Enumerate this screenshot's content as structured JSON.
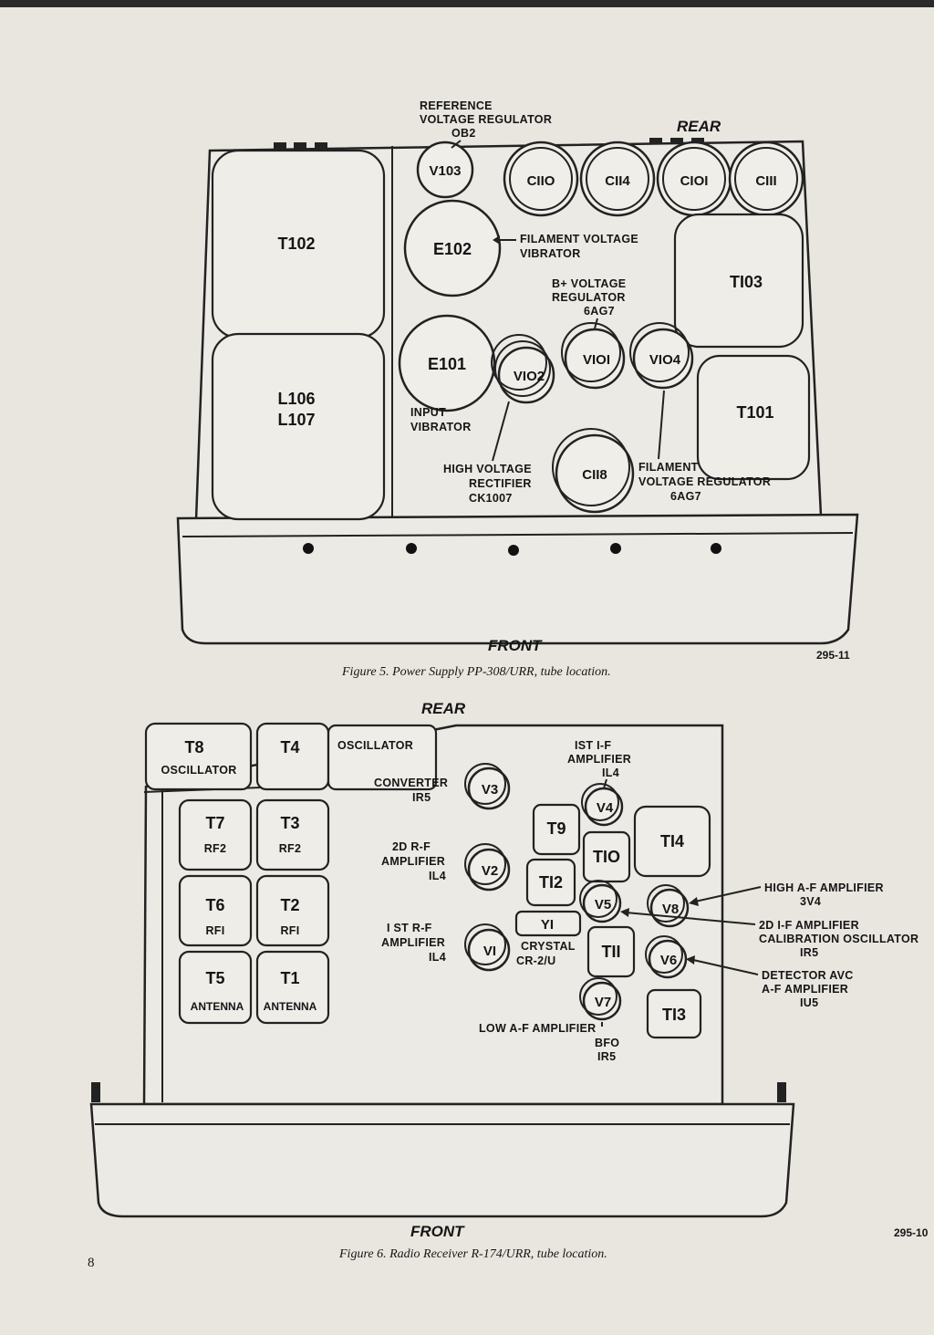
{
  "page_number": "8",
  "figure5": {
    "caption": "Figure 5.   Power Supply PP-308/URR, tube location.",
    "rear": "REAR",
    "front": "FRONT",
    "code": "295-11",
    "labels": {
      "ref_reg_1": "REFERENCE",
      "ref_reg_2": "VOLTAGE REGULATOR",
      "ref_reg_3": "OB2",
      "fil_vib_1": "FILAMENT VOLTAGE",
      "fil_vib_2": "VIBRATOR",
      "bplus_1": "B+ VOLTAGE",
      "bplus_2": "REGULATOR",
      "bplus_3": "6AG7",
      "input_1": "INPUT",
      "input_2": "VIBRATOR",
      "hv_1": "HIGH VOLTAGE",
      "hv_2": "RECTIFIER",
      "hv_3": "CK1007",
      "fvr_1": "FILAMENT",
      "fvr_2": "VOLTAGE REGULATOR",
      "fvr_3": "6AG7"
    },
    "components": {
      "T102": "T102",
      "L106": "L106",
      "L107": "L107",
      "V103": "V103",
      "E102": "E102",
      "E101": "E101",
      "C110": "CIIO",
      "C114": "CII4",
      "C101": "CIOI",
      "C111": "CIII",
      "T103": "TI03",
      "T101": "T101",
      "V102": "VIO2",
      "V101": "VIOI",
      "V104": "VIO4",
      "C118": "CII8"
    }
  },
  "figure6": {
    "caption": "Figure 6.   Radio Receiver R-174/URR, tube location.",
    "rear": "REAR",
    "front": "FRONT",
    "code": "295-10",
    "labels": {
      "osc": "OSCILLATOR",
      "conv_1": "CONVERTER",
      "conv_2": "IR5",
      "rf2_1": "2D R-F",
      "rf2_2": "AMPLIFIER",
      "rf2_3": "IL4",
      "rf1_1": "I ST R-F",
      "rf1_2": "AMPLIFIER",
      "rf1_3": "IL4",
      "if1_1": "IST I-F",
      "if1_2": "AMPLIFIER",
      "if1_3": "IL4",
      "haf_1": "HIGH A-F AMPLIFIER",
      "haf_2": "3V4",
      "if2_1": "2D  I-F AMPLIFIER",
      "if2_2": "CALIBRATION OSCILLATOR",
      "if2_3": "IR5",
      "det_1": "DETECTOR AVC",
      "det_2": "A-F AMPLIFIER",
      "det_3": "IU5",
      "crystal_1": "CRYSTAL",
      "crystal_2": "CR-2/U",
      "laf_1": "LOW A-F AMPLIFIER",
      "bfo_1": "BFO",
      "bfo_2": "IR5"
    },
    "components": {
      "T8": "T8",
      "T8_sub": "OSCILLATOR",
      "T4": "T4",
      "T7": "T7",
      "T7_sub": "RF2",
      "T3": "T3",
      "T3_sub": "RF2",
      "T6": "T6",
      "T6_sub": "RFI",
      "T2": "T2",
      "T2_sub": "RFI",
      "T5": "T5",
      "T5_sub": "ANTENNA",
      "T1": "T1",
      "T1_sub": "ANTENNA",
      "V1": "VI",
      "V2": "V2",
      "V3": "V3",
      "V4": "V4",
      "V5": "V5",
      "V6": "V6",
      "V7": "V7",
      "V8": "V8",
      "T9": "T9",
      "T10": "TIO",
      "T11": "TII",
      "T12": "TI2",
      "T13": "TI3",
      "T14": "TI4",
      "Y1": "YI"
    }
  }
}
